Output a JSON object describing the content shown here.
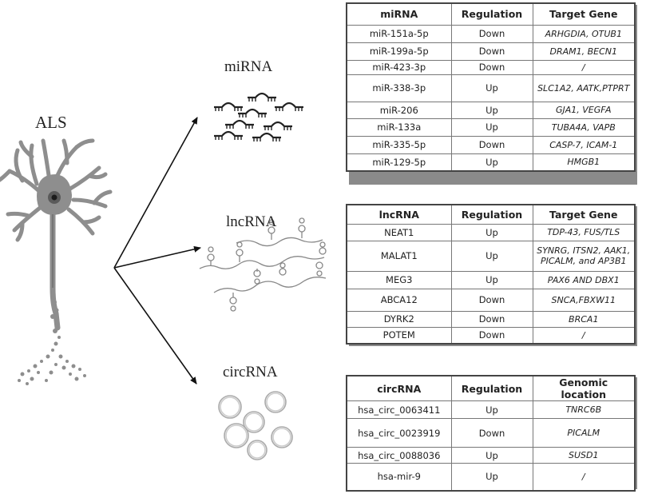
{
  "labels": {
    "als": "ALS",
    "mirna": "miRNA",
    "lncrna": "lncRNA",
    "circrna": "circRNA"
  },
  "mirna_table": {
    "headers": [
      "miRNA",
      "Regulation",
      "Target Gene"
    ],
    "rows": [
      [
        "miR-151a-5p",
        "Down",
        "ARHGDIA, OTUB1"
      ],
      [
        "miR-199a-5p",
        "Down",
        "DRAM1, BECN1"
      ],
      [
        "miR-423-3p",
        "Down",
        "/"
      ],
      [
        "miR-338-3p",
        "Up",
        "SLC1A2, AATK,PTPRT"
      ],
      [
        "miR-206",
        "Up",
        "GJA1, VEGFA"
      ],
      [
        "miR-133a",
        "Up",
        "TUBA4A, VAPB"
      ],
      [
        "miR-335-5p",
        "Down",
        "CASP-7, ICAM-1"
      ],
      [
        "miR-129-5p",
        "Up",
        "HMGB1"
      ]
    ]
  },
  "lncrna_table": {
    "headers": [
      "lncRNA",
      "Regulation",
      "Target Gene"
    ],
    "rows": [
      [
        "NEAT1",
        "Up",
        "TDP-43, FUS/TLS"
      ],
      [
        "MALAT1",
        "Up",
        "SYNRG, ITSN2, AAK1,\nPICALM, and AP3B1"
      ],
      [
        "MEG3",
        "Up",
        "PAX6 AND DBX1"
      ],
      [
        "ABCA12",
        "Down",
        "SNCA,FBXW11"
      ],
      [
        "DYRK2",
        "Down",
        "BRCA1"
      ],
      [
        "POTEM",
        "Down",
        "/"
      ]
    ]
  },
  "circrna_table": {
    "headers": [
      "circRNA",
      "Regulation",
      "Genomic location"
    ],
    "rows": [
      [
        "hsa_circ_0063411",
        "Up",
        "TNRC6B"
      ],
      [
        "hsa_circ_0023919",
        "Down",
        "PICALM"
      ],
      [
        "hsa_circ_0088036",
        "Up",
        "SUSD1"
      ],
      [
        "hsa-mir-9",
        "Up",
        "/"
      ]
    ]
  },
  "colors": {
    "neuron_fill": "#8e8e8e",
    "neuron_dark": "#6b6b6b",
    "nucleus": "#2c2c2c",
    "arrow": "#111111",
    "table_border": "#444444"
  }
}
